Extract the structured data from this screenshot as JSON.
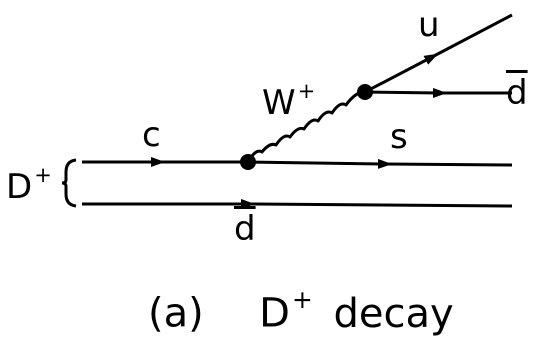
{
  "diagram": {
    "line_color": "#000000",
    "background": "#ffffff",
    "labels": {
      "incoming_quark": "c",
      "boson": "W",
      "boson_charge": "+",
      "w_product_top": "u",
      "w_product_bottom": "d",
      "outgoing_quark": "s",
      "spectator": "d",
      "meson": "D",
      "meson_charge": "+"
    },
    "caption": {
      "tag": "(a)",
      "particle": "D",
      "charge": "+",
      "word": "decay"
    }
  }
}
